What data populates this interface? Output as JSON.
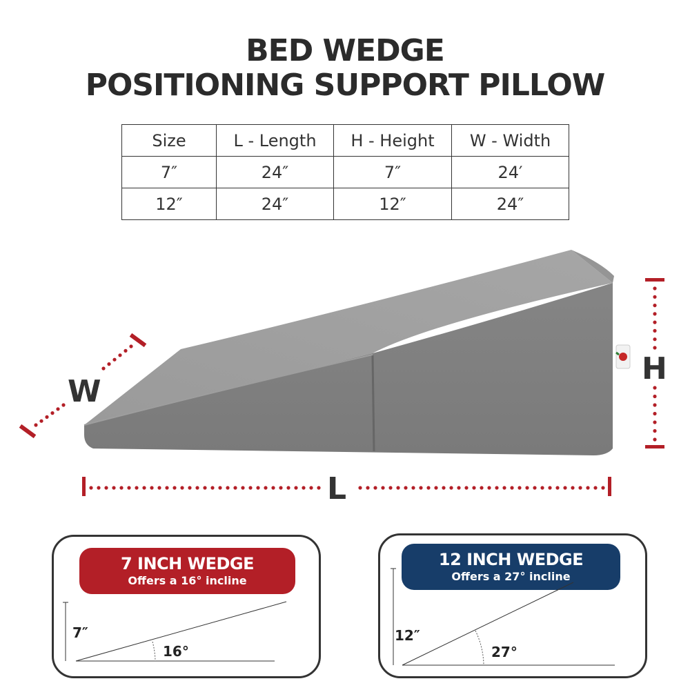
{
  "title": {
    "line1": "BED WEDGE",
    "line2": "POSITIONING SUPPORT PILLOW"
  },
  "size_table": {
    "headers": [
      "Size",
      "L - Length",
      "H - Height",
      "W - Width"
    ],
    "rows": [
      [
        "7″",
        "24″",
        "7″",
        "24′"
      ],
      [
        "12″",
        "24″",
        "12″",
        "24″"
      ]
    ]
  },
  "product_image": {
    "color": "#8c8c8c",
    "dimension_labels": {
      "width": "W",
      "length": "L",
      "height": "H"
    },
    "marker_color": "#b31f27"
  },
  "wedge_cards": [
    {
      "title": "7 INCH WEDGE",
      "subtitle": "Offers a 16° incline",
      "height_label": "7″",
      "angle_label": "16°",
      "color": "#b31f27"
    },
    {
      "title": "12 INCH WEDGE",
      "subtitle": "Offers a 27° incline",
      "height_label": "12″",
      "angle_label": "27°",
      "color": "#173d69"
    }
  ]
}
